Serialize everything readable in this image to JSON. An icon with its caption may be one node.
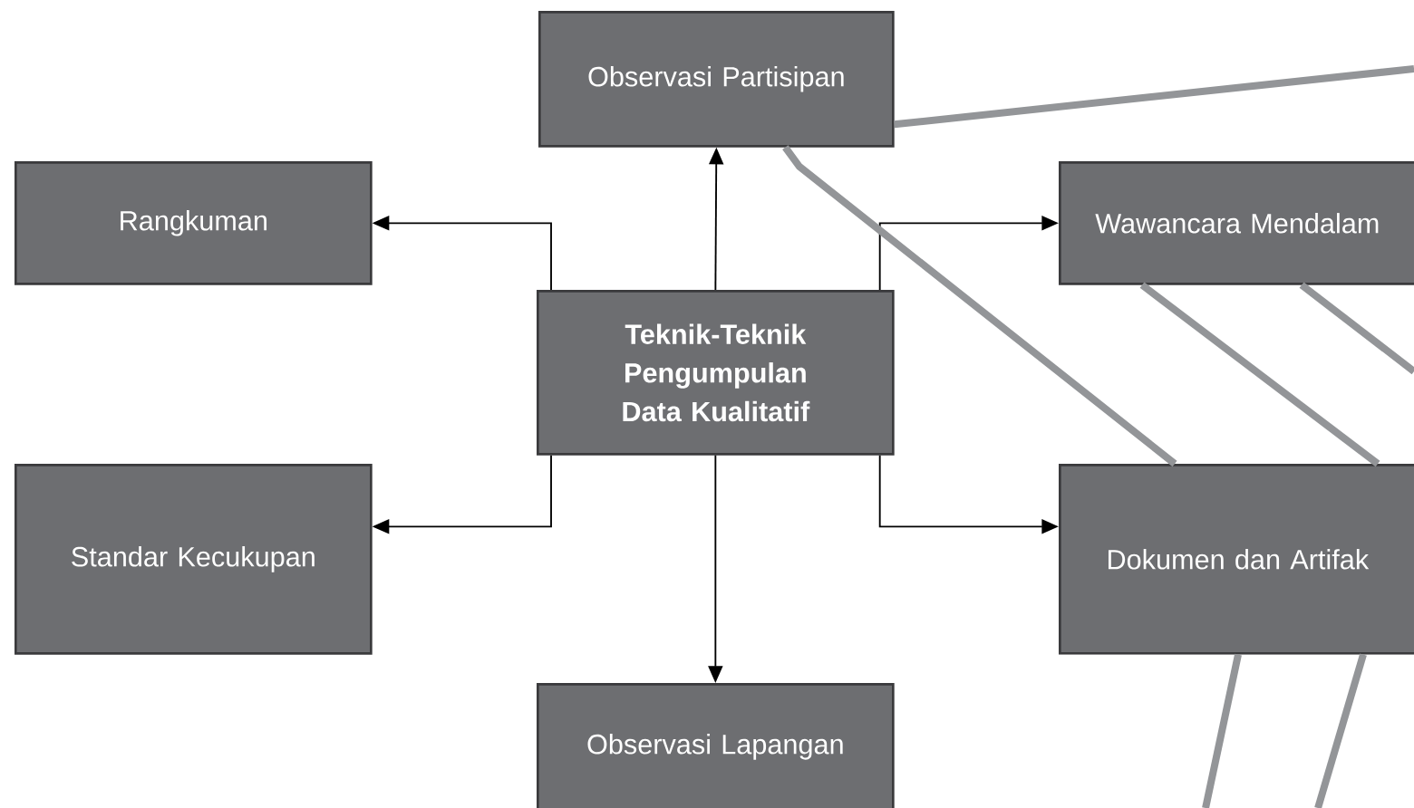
{
  "diagram": {
    "nodes": [
      {
        "text": [
          "Observasi Partisipan"
        ]
      },
      {
        "text": [
          "Rangkuman"
        ]
      },
      {
        "text": [
          "Wawancara Mendalam"
        ]
      },
      {
        "text": [
          "Teknik-Teknik Pengumpulan Data Kualitatif"
        ]
      },
      {
        "text": [
          "Standar Kecukupan"
        ]
      },
      {
        "text": [
          "Dokumen dan Artifak"
        ]
      },
      {
        "text": [
          "Observasi Lapangan"
        ]
      }
    ],
    "edges": [
      {
        "from": 3,
        "to": 0,
        "arrow": "to"
      },
      {
        "from": 3,
        "to": 1,
        "arrow": "to"
      },
      {
        "from": 3,
        "to": 2,
        "arrow": "to"
      },
      {
        "from": 3,
        "to": 4,
        "arrow": "to"
      },
      {
        "from": 3,
        "to": 5,
        "arrow": "to"
      },
      {
        "from": 3,
        "to": 6,
        "arrow": "to"
      },
      {
        "from": 0,
        "to": null,
        "arrow": "none",
        "style": "thick",
        "color": "#939598"
      },
      {
        "from": 0,
        "to": 5,
        "arrow": "none",
        "style": "thick",
        "color": "#939598"
      },
      {
        "from": 2,
        "to": 5,
        "arrow": "none",
        "style": "thick",
        "color": "#939598"
      },
      {
        "from": 2,
        "to": null,
        "arrow": "none",
        "style": "thick",
        "color": "#939598"
      },
      {
        "from": 5,
        "to": null,
        "arrow": "none",
        "style": "thick",
        "color": "#939598"
      },
      {
        "from": 5,
        "to": null,
        "arrow": "none",
        "style": "thick",
        "color": "#939598"
      }
    ]
  }
}
